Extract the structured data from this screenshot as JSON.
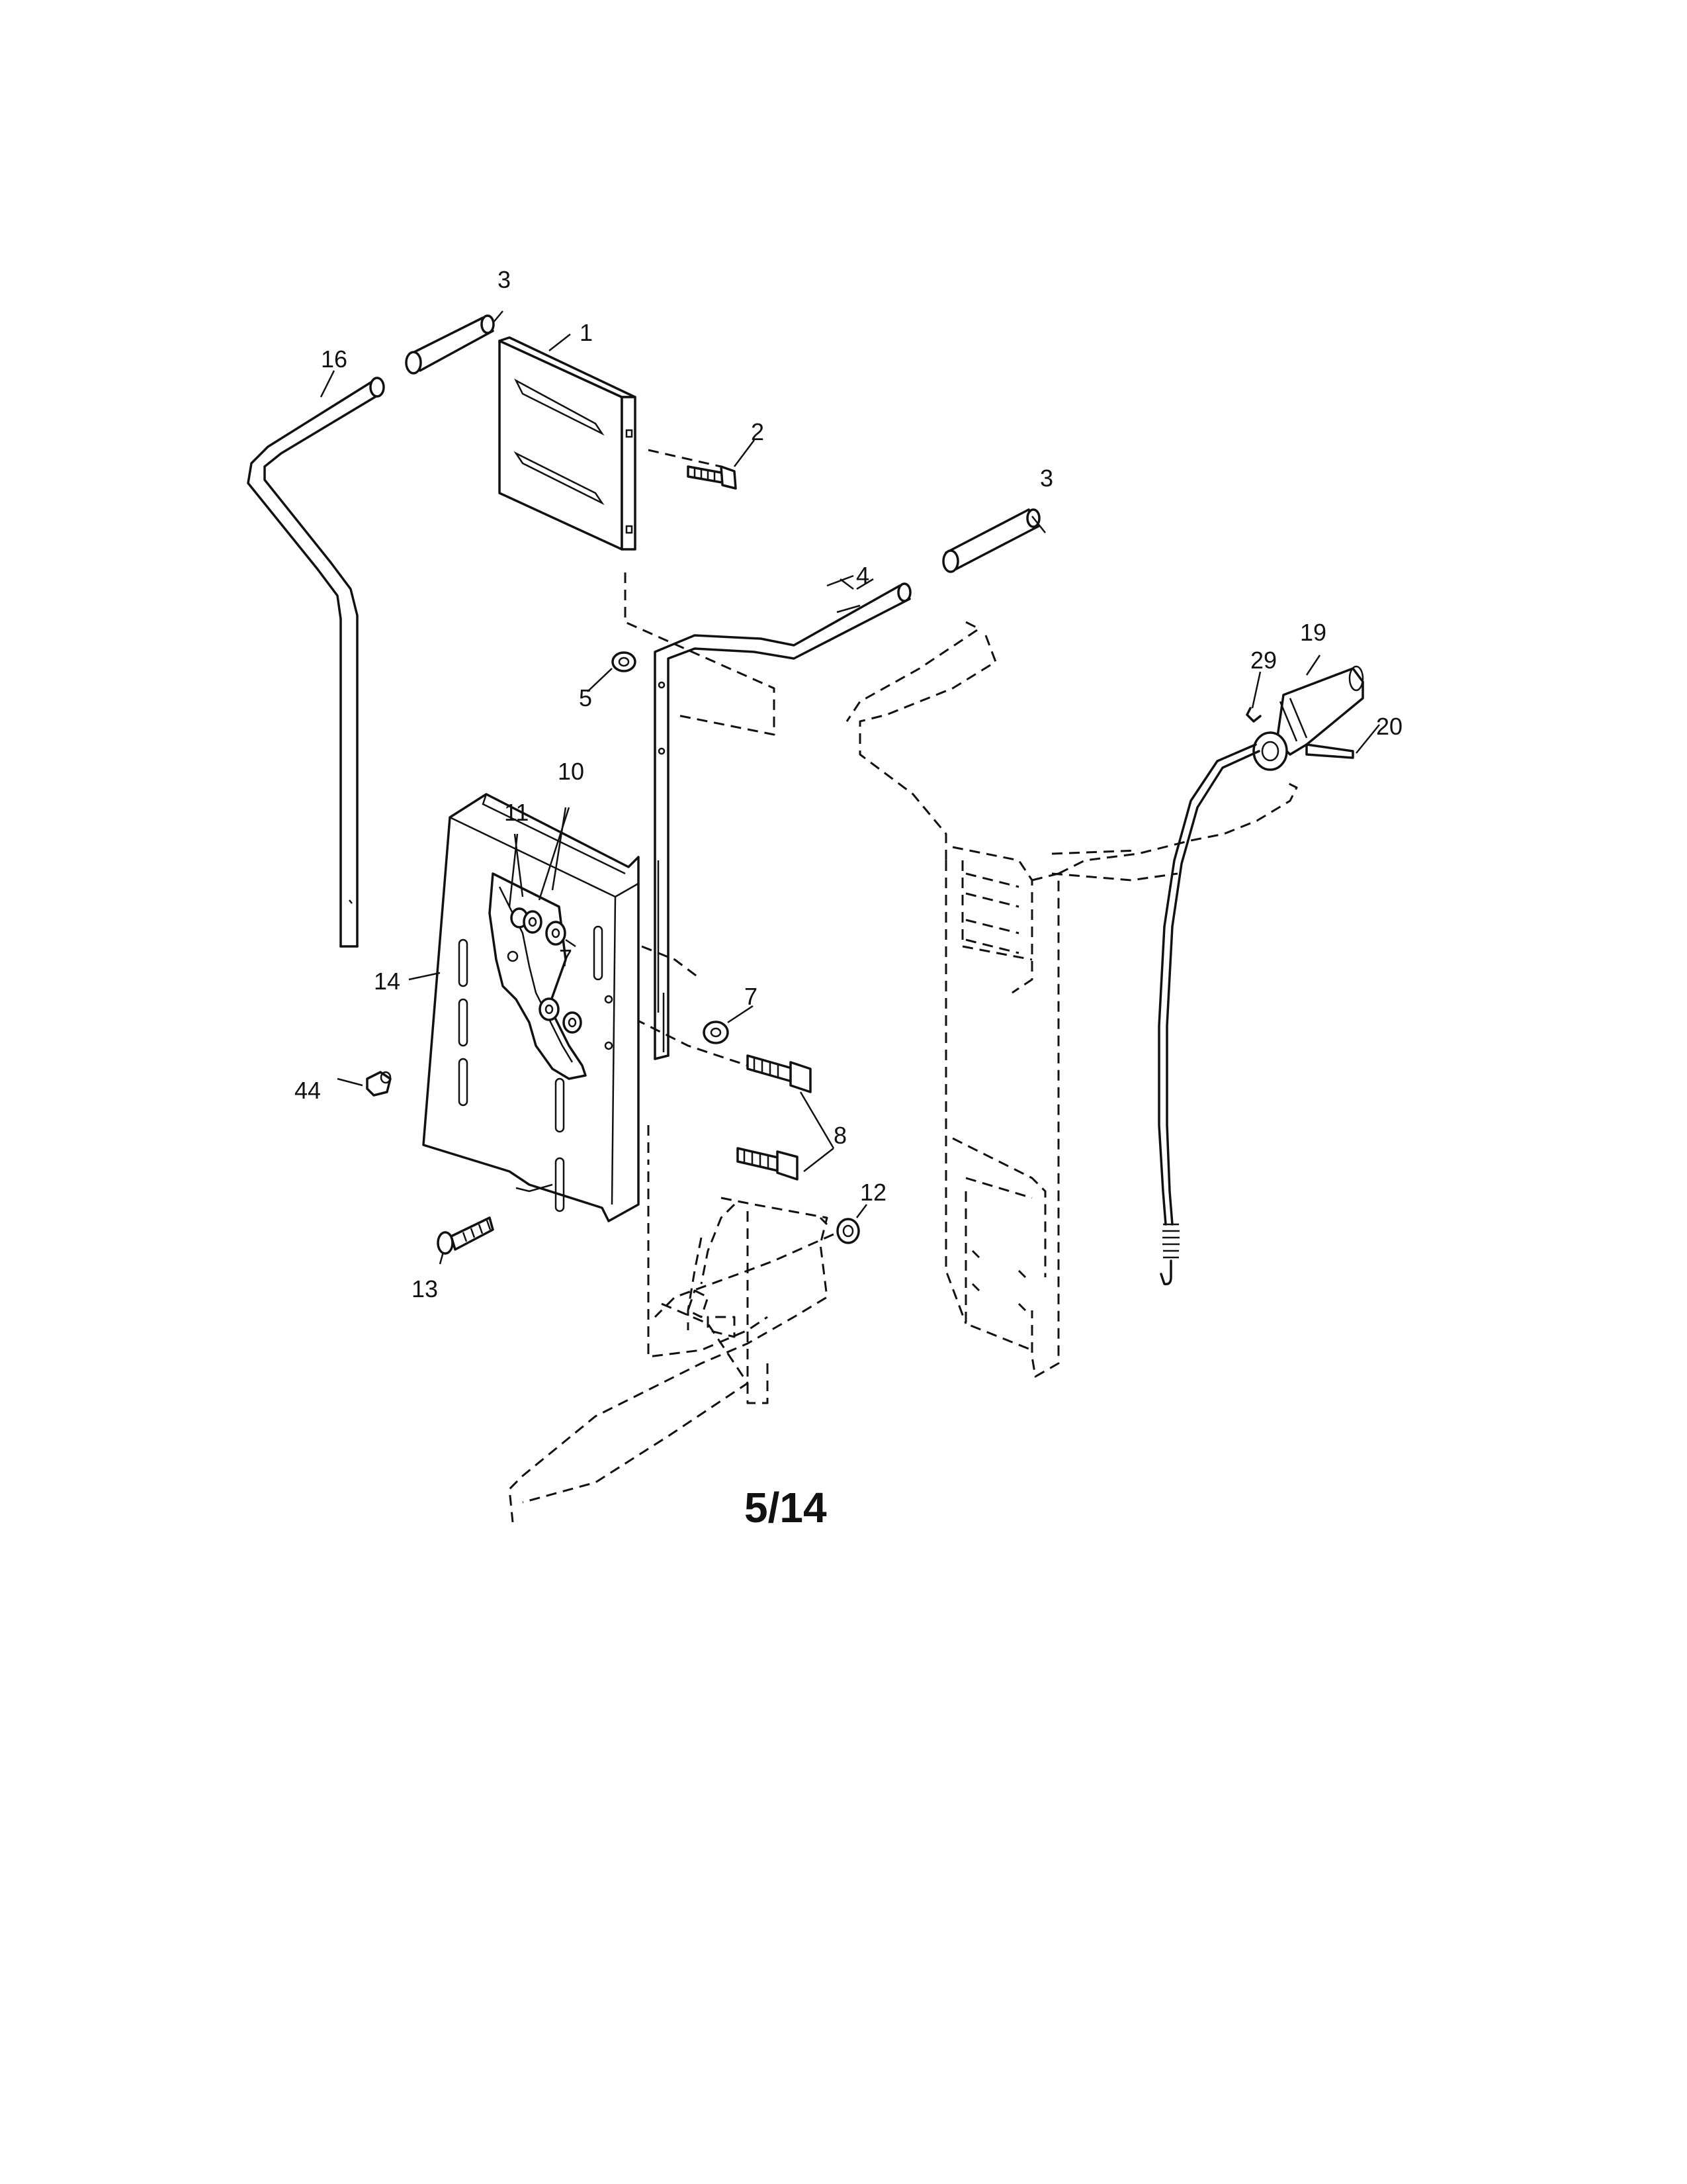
{
  "callouts": {
    "c1": "1",
    "c2": "2",
    "c3a": "3",
    "c3b": "3",
    "c4": "4",
    "c5": "5",
    "c7a": "7",
    "c7b": "7",
    "c8": "8",
    "c10": "10",
    "c11": "11",
    "c12": "12",
    "c13": "13",
    "c14": "14",
    "c16": "16",
    "c19": "19",
    "c20": "20",
    "c29": "29",
    "c44": "44"
  },
  "page_ref": "5/14"
}
